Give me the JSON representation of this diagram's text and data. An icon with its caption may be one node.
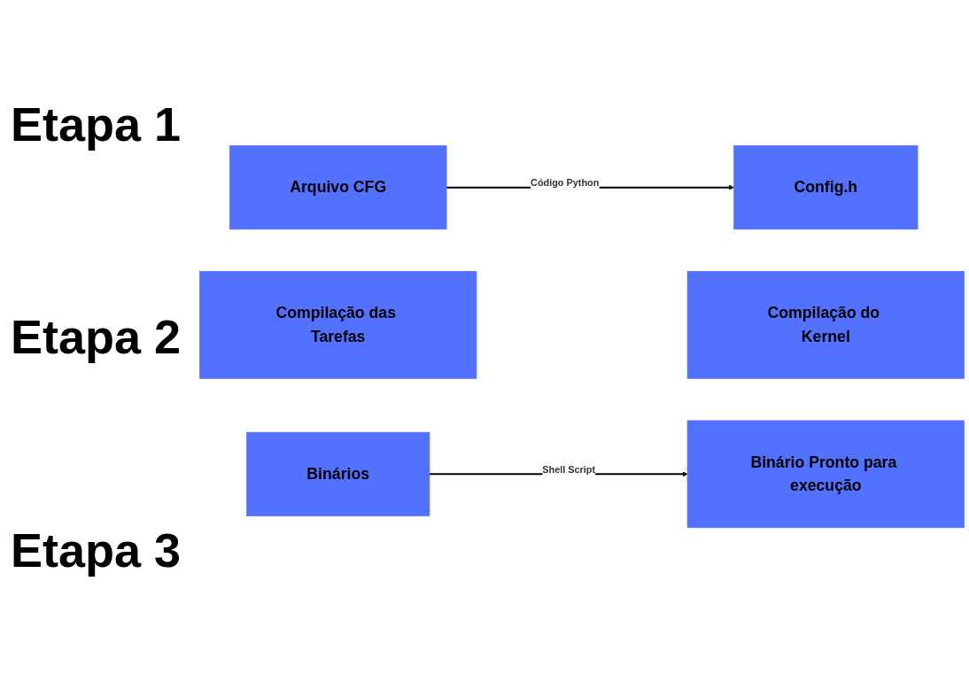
{
  "diagram": {
    "nodes": [
      {
        "text": [
          "Arquivo CFG"
        ]
      },
      {
        "text": [
          "Config.h"
        ]
      },
      {
        "text": [
          "Compilação das Tarefas"
        ]
      },
      {
        "text": [
          "Compilação do Kernel"
        ]
      },
      {
        "text": [
          "Binários"
        ]
      },
      {
        "text": [
          "Binário Pronto para execução"
        ]
      }
    ],
    "edges": [
      {
        "from": 0,
        "to": 1,
        "arrow": "to",
        "label": "Código Python"
      },
      {
        "from": 4,
        "to": 5,
        "arrow": "to",
        "label": "Shell Script"
      }
    ],
    "labels": [
      "Etapa 1",
      "Etapa 2",
      "Etapa 3"
    ]
  }
}
